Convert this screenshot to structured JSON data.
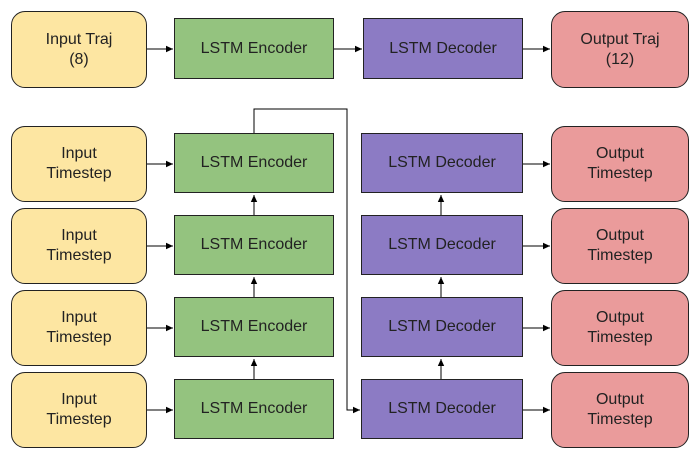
{
  "colors": {
    "input": "#fde6a2",
    "encoder": "#94c37f",
    "decoder": "#8c7bc4",
    "output": "#ea9b9b",
    "line": "#000000"
  },
  "top": {
    "input_label": "Input Traj\n(8)",
    "encoder_label": "LSTM Encoder",
    "decoder_label": "LSTM Decoder",
    "output_label": "Output Traj\n(12)"
  },
  "unrolled": {
    "rows": [
      {
        "input": "Input\nTimestep",
        "encoder": "LSTM Encoder",
        "decoder": "LSTM Decoder",
        "output": "Output\nTimestep"
      },
      {
        "input": "Input\nTimestep",
        "encoder": "LSTM Encoder",
        "decoder": "LSTM Decoder",
        "output": "Output\nTimestep"
      },
      {
        "input": "Input\nTimestep",
        "encoder": "LSTM Encoder",
        "decoder": "LSTM Decoder",
        "output": "Output\nTimestep"
      },
      {
        "input": "Input\nTimestep",
        "encoder": "LSTM Encoder",
        "decoder": "LSTM Decoder",
        "output": "Output\nTimestep"
      }
    ]
  }
}
